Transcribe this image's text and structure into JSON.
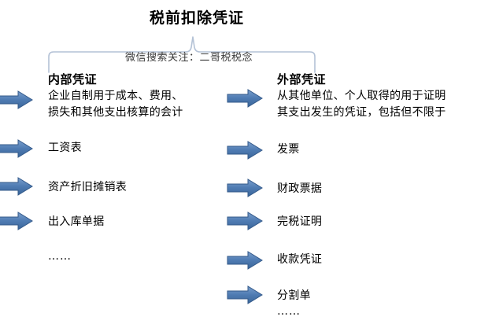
{
  "diagram": {
    "title": "税前扣除凭证",
    "watermark": "微信搜索关注：二哥税税念",
    "colors": {
      "arrow_fill_light": "#6b92c4",
      "arrow_fill_dark": "#3b6aa0",
      "arrow_stroke": "#2e5party",
      "brace_line": "#b4c2d6",
      "text": "#000000"
    },
    "left_column": {
      "heading": "内部凭证",
      "items": [
        {
          "label": "企业自制用于成本、费用、\n损失和其他支出核算的会计",
          "has_arrow": true
        },
        {
          "label": "工资表",
          "has_arrow": true
        },
        {
          "label": "资产折旧摊销表",
          "has_arrow": true
        },
        {
          "label": "出入库单据",
          "has_arrow": true
        },
        {
          "label": "……",
          "has_arrow": false
        }
      ]
    },
    "right_column": {
      "heading": "外部凭证",
      "items": [
        {
          "label": "从其他单位、个人取得的用于证明\n其支出发生的凭证，包括但不限于",
          "has_arrow": true
        },
        {
          "label": "发票",
          "has_arrow": true
        },
        {
          "label": "财政票据",
          "has_arrow": true
        },
        {
          "label": "完税证明",
          "has_arrow": true
        },
        {
          "label": "收款凭证",
          "has_arrow": true
        },
        {
          "label": "分割单",
          "has_arrow": true
        },
        {
          "label": "……",
          "has_arrow": false
        }
      ]
    }
  }
}
